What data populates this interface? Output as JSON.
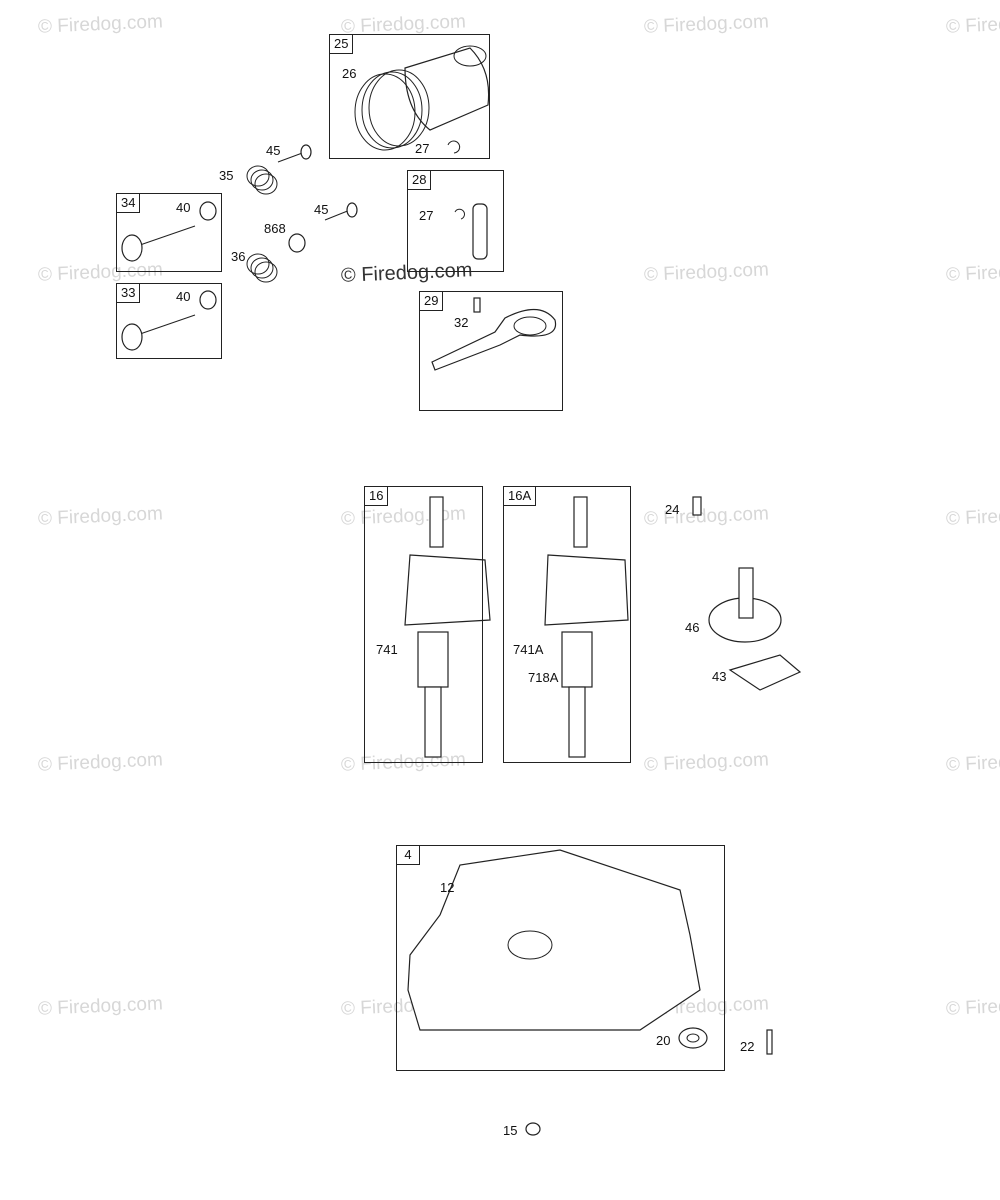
{
  "watermark": {
    "text": "© Firedog.com"
  },
  "boxes": {
    "b25": "25",
    "b28": "28",
    "b29": "29",
    "b34": "34",
    "b33": "33",
    "b16": "16",
    "b16a": "16A",
    "b4": "4"
  },
  "labels": {
    "l26": "26",
    "l27a": "27",
    "l45a": "45",
    "l35": "35",
    "l45b": "45",
    "l868": "868",
    "l36": "36",
    "l40a": "40",
    "l40b": "40",
    "l27b": "27",
    "l32": "32",
    "l741": "741",
    "l741a": "741A",
    "l718a": "718A",
    "l24": "24",
    "l46": "46",
    "l43": "43",
    "l12": "12",
    "l20": "20",
    "l22": "22",
    "l15": "15"
  },
  "icons": [
    "piston-icon",
    "piston-ring-icon",
    "retainer-clip-icon",
    "valve-spring-icon",
    "valve-icon",
    "keeper-icon",
    "piston-pin-icon",
    "connecting-rod-icon",
    "crankshaft-icon",
    "key-icon",
    "camshaft-icon",
    "governor-icon",
    "sump-icon",
    "seal-icon",
    "screw-icon",
    "plug-icon"
  ]
}
